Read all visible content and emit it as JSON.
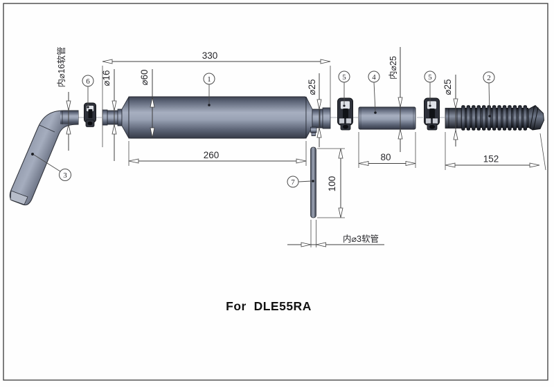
{
  "title_note": "For  DLE55RA",
  "callouts": {
    "muffler": "1",
    "flex_hose": "2",
    "bent_pipe": "3",
    "extension_tube": "4",
    "clamp_large": "5",
    "clamp_small": "6",
    "drain_tube": "7"
  },
  "dims": {
    "overall_length": "330",
    "muffler_body_length": "260",
    "extension_tube_length": "80",
    "flex_hose_length": "152",
    "drain_tube_length": "100",
    "inlet_diameter": "⌀16",
    "muffler_diameter": "⌀60",
    "outlet_diameter": "⌀25",
    "extension_inner_diameter": "内⌀25",
    "flex_hose_diameter": "⌀25",
    "inlet_hose_note": "内⌀16软管",
    "drain_hose_note": "内⌀3软管"
  },
  "colors": {
    "line": "#3f3f3f",
    "metal_light": "#a7afc0",
    "metal_dark": "#3f4553",
    "hose_dark": "#14161c",
    "background": "#fefefe"
  }
}
